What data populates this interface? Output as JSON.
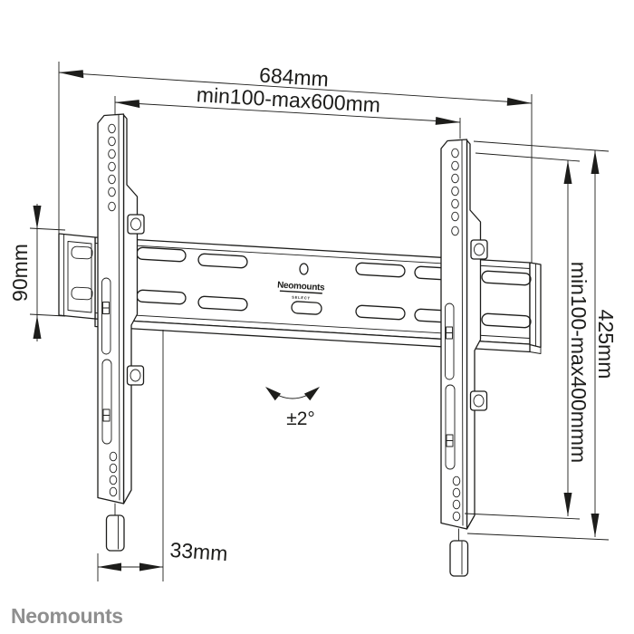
{
  "dimensions": {
    "width_total": "684mm",
    "width_vesa": "min100-max600mm",
    "height_rail": "90mm",
    "height_total": "425mm",
    "height_vesa": "min100-max400mmm",
    "depth": "33mm",
    "tilt_range": "±2°"
  },
  "product_logo": {
    "brand": "Neomounts",
    "series": "SELECT"
  },
  "watermark": {
    "brand": "Neomounts"
  },
  "colors": {
    "line": "#1d1d1b",
    "brand_gray": "#8f8f8f",
    "background": "#ffffff"
  }
}
